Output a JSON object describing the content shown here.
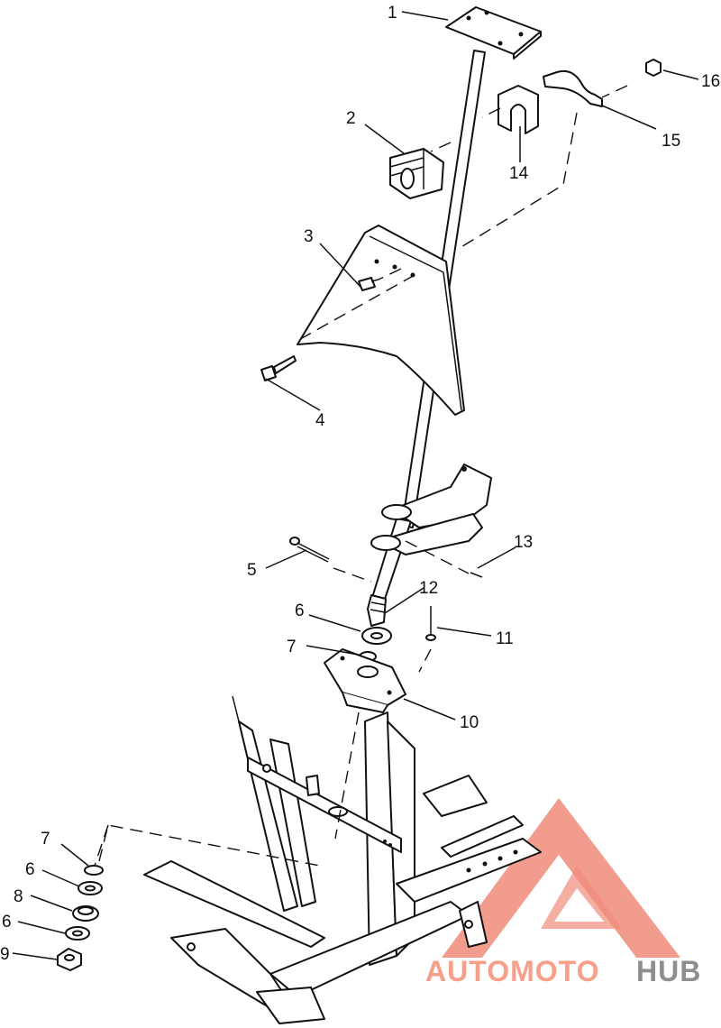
{
  "callouts": [
    {
      "id": "1",
      "text": "1"
    },
    {
      "id": "2",
      "text": "2"
    },
    {
      "id": "3",
      "text": "3"
    },
    {
      "id": "4",
      "text": "4"
    },
    {
      "id": "5",
      "text": "5"
    },
    {
      "id": "6a",
      "text": "6"
    },
    {
      "id": "6b",
      "text": "6"
    },
    {
      "id": "6c",
      "text": "6"
    },
    {
      "id": "7a",
      "text": "7"
    },
    {
      "id": "7b",
      "text": "7"
    },
    {
      "id": "8",
      "text": "8"
    },
    {
      "id": "9",
      "text": "9"
    },
    {
      "id": "10",
      "text": "10"
    },
    {
      "id": "11",
      "text": "11"
    },
    {
      "id": "12",
      "text": "12"
    },
    {
      "id": "13",
      "text": "13"
    },
    {
      "id": "14",
      "text": "14"
    },
    {
      "id": "15",
      "text": "15"
    },
    {
      "id": "16",
      "text": "16"
    }
  ],
  "watermark": {
    "word_auto": "AUTOMOTO",
    "word_hub": "HUB",
    "colors": {
      "logo": "#f08b7a",
      "auto": "#f6a08c",
      "hub": "#8e8e8e"
    }
  }
}
